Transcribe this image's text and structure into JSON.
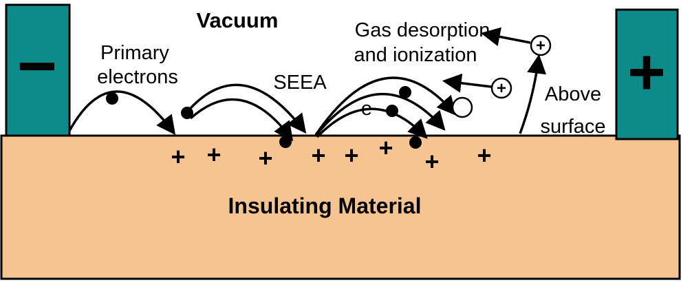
{
  "diagram": {
    "title": "Vacuum",
    "region_label": "Insulating Material",
    "labels": {
      "primary_line1": "Primary",
      "primary_line2": "electrons",
      "seea": "SEEA",
      "gas_line1": "Gas desorption",
      "gas_line2": "and ionization",
      "electron": "e",
      "above_line1": "Above",
      "above_line2": "surface"
    },
    "electrodes": {
      "left_symbol": "−",
      "right_symbol": "+"
    },
    "ion_symbol": "+",
    "surface_charges": [
      "+",
      "+",
      "+",
      "+",
      "+",
      "+",
      "+",
      "+"
    ],
    "colors": {
      "electrode": "#0d8b8b",
      "insulator": "#f6c491",
      "accent_text": "#0000ff",
      "line": "#000000"
    }
  }
}
